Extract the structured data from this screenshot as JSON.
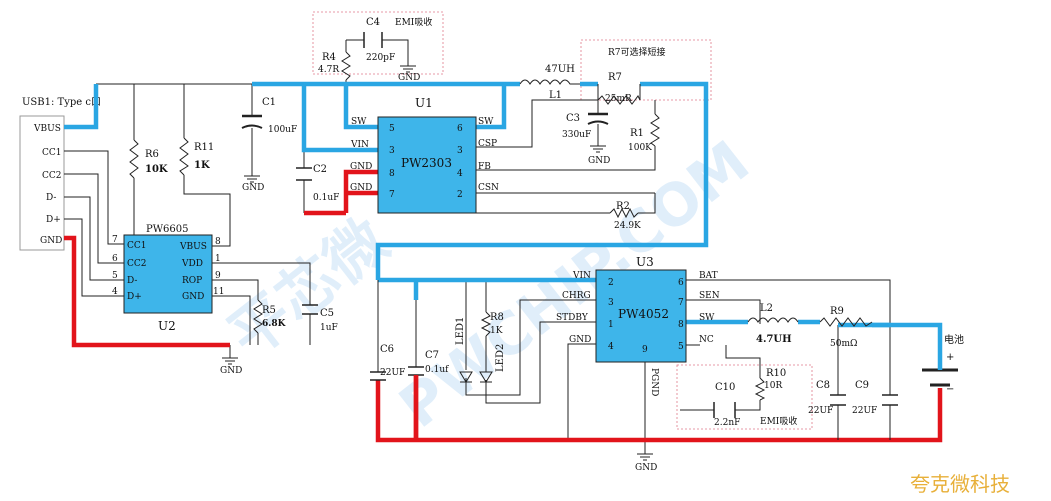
{
  "labels": {
    "usb": "USB1: Type c口",
    "u1": "U1",
    "u1_part": "PW2303",
    "u2": "U2",
    "u2_part": "PW6605",
    "u3": "U3",
    "u3_part": "PW4052",
    "emi1": "EMI吸收",
    "emi2": "EMI吸收",
    "r7note": "R7可选择短接",
    "battery": "电池",
    "watermark1": "平芯微",
    "watermark2": "PWCHIP.COM",
    "brand": "夸克微科技"
  },
  "usb_pins": [
    "VBUS",
    "CC1",
    "CC2",
    "D-",
    "D+",
    "GND"
  ],
  "u1_pins_left": [
    {
      "num": "5",
      "name": "SW"
    },
    {
      "num": "3",
      "name": "VIN"
    },
    {
      "num": "8",
      "name": "GND"
    },
    {
      "num": "7",
      "name": "GND"
    }
  ],
  "u1_pins_right": [
    {
      "num": "6",
      "name": "SW"
    },
    {
      "num": "3",
      "name": "CSP"
    },
    {
      "num": "4",
      "name": "FB"
    },
    {
      "num": "2",
      "name": "CSN"
    }
  ],
  "u2_pins_left": [
    {
      "num": "7",
      "name": "CC1"
    },
    {
      "num": "6",
      "name": "CC2"
    },
    {
      "num": "5",
      "name": "D-"
    },
    {
      "num": "4",
      "name": "D+"
    }
  ],
  "u2_pins_right": [
    {
      "num": "8",
      "name": "VBUS"
    },
    {
      "num": "1",
      "name": "VDD"
    },
    {
      "num": "9",
      "name": "ROP"
    },
    {
      "num": "11",
      "name": "GND"
    }
  ],
  "u3_pins_left": [
    {
      "num": "2",
      "name": "VIN"
    },
    {
      "num": "3",
      "name": "CHRG"
    },
    {
      "num": "1",
      "name": "STDBY"
    },
    {
      "num": "4",
      "name": "GND"
    }
  ],
  "u3_pins_right": [
    {
      "num": "6",
      "name": "BAT"
    },
    {
      "num": "7",
      "name": "SEN"
    },
    {
      "num": "8",
      "name": "SW"
    },
    {
      "num": "5",
      "name": "NC"
    }
  ],
  "u3_pin9": {
    "num": "9",
    "name": "PGND"
  },
  "components": {
    "C1": {
      "ref": "C1",
      "value": "100uF"
    },
    "C2": {
      "ref": "C2",
      "value": "0.1uF"
    },
    "C3": {
      "ref": "C3",
      "value": "330uF"
    },
    "C4": {
      "ref": "C4",
      "value": "220pF"
    },
    "C5": {
      "ref": "C5",
      "value": "1uF"
    },
    "C6": {
      "ref": "C6",
      "value": "22UF"
    },
    "C7": {
      "ref": "C7",
      "value": "0.1uf"
    },
    "C8": {
      "ref": "C8",
      "value": "22UF"
    },
    "C9": {
      "ref": "C9",
      "value": "22UF"
    },
    "C10": {
      "ref": "C10",
      "value": "2.2nF"
    },
    "R1": {
      "ref": "R1",
      "value": "100K"
    },
    "R2": {
      "ref": "R2",
      "value": "24.9K"
    },
    "R4": {
      "ref": "R4",
      "value": "4.7R"
    },
    "R5": {
      "ref": "R5",
      "value": "6.8K"
    },
    "R6": {
      "ref": "R6",
      "value": "10K"
    },
    "R7": {
      "ref": "R7",
      "value": "25mR"
    },
    "R8": {
      "ref": "R8",
      "value": "1K"
    },
    "R9": {
      "ref": "R9",
      "value": "50mΩ"
    },
    "R10": {
      "ref": "R10",
      "value": "10R"
    },
    "R11": {
      "ref": "R11",
      "value": "1K"
    },
    "L1": {
      "ref": "L1",
      "value": "47UH"
    },
    "L2": {
      "ref": "L2",
      "value": "4.7UH"
    },
    "LED1": {
      "ref": "LED1"
    },
    "LED2": {
      "ref": "LED2"
    }
  },
  "gnd": "GND",
  "colors": {
    "chip": "#3eb5ea",
    "positive_trace": "#2aa6e3",
    "ground_trace": "#e2141b",
    "note_box": "#e07a8a",
    "brand": "#e8b03a"
  }
}
